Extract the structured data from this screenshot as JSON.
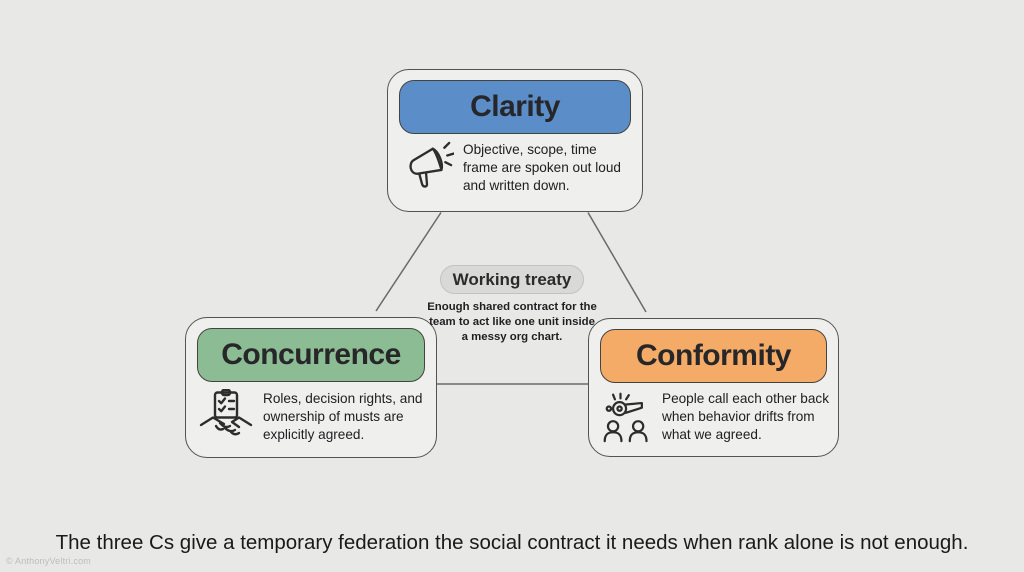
{
  "page": {
    "caption": "The three Cs give a temporary federation the social contract it needs when rank alone is not enough.",
    "watermark": "© AnthonyVeltri.com",
    "background": "#e8e8e6"
  },
  "nodes": {
    "clarity": {
      "title": "Clarity",
      "description": "Objective, scope, time frame are spoken out loud and written down.",
      "accent": "#5b8dc8",
      "icon": "megaphone-icon"
    },
    "concurrence": {
      "title": "Concurrence",
      "description": "Roles, decision rights, and ownership of musts are explicitly agreed.",
      "accent": "#8cbc93",
      "icon": "handshake-clipboard-icon"
    },
    "conformity": {
      "title": "Conformity",
      "description": "People call each other back when behavior drifts from what we agreed.",
      "accent": "#f4ab67",
      "icon": "whistle-people-icon"
    }
  },
  "center": {
    "title": "Working treaty",
    "description": "Enough shared contract for the team to act like one unit inside a messy org chart.",
    "pill_bg": "#d9d9d7"
  },
  "connectors": {
    "color": "#6a6a68"
  }
}
